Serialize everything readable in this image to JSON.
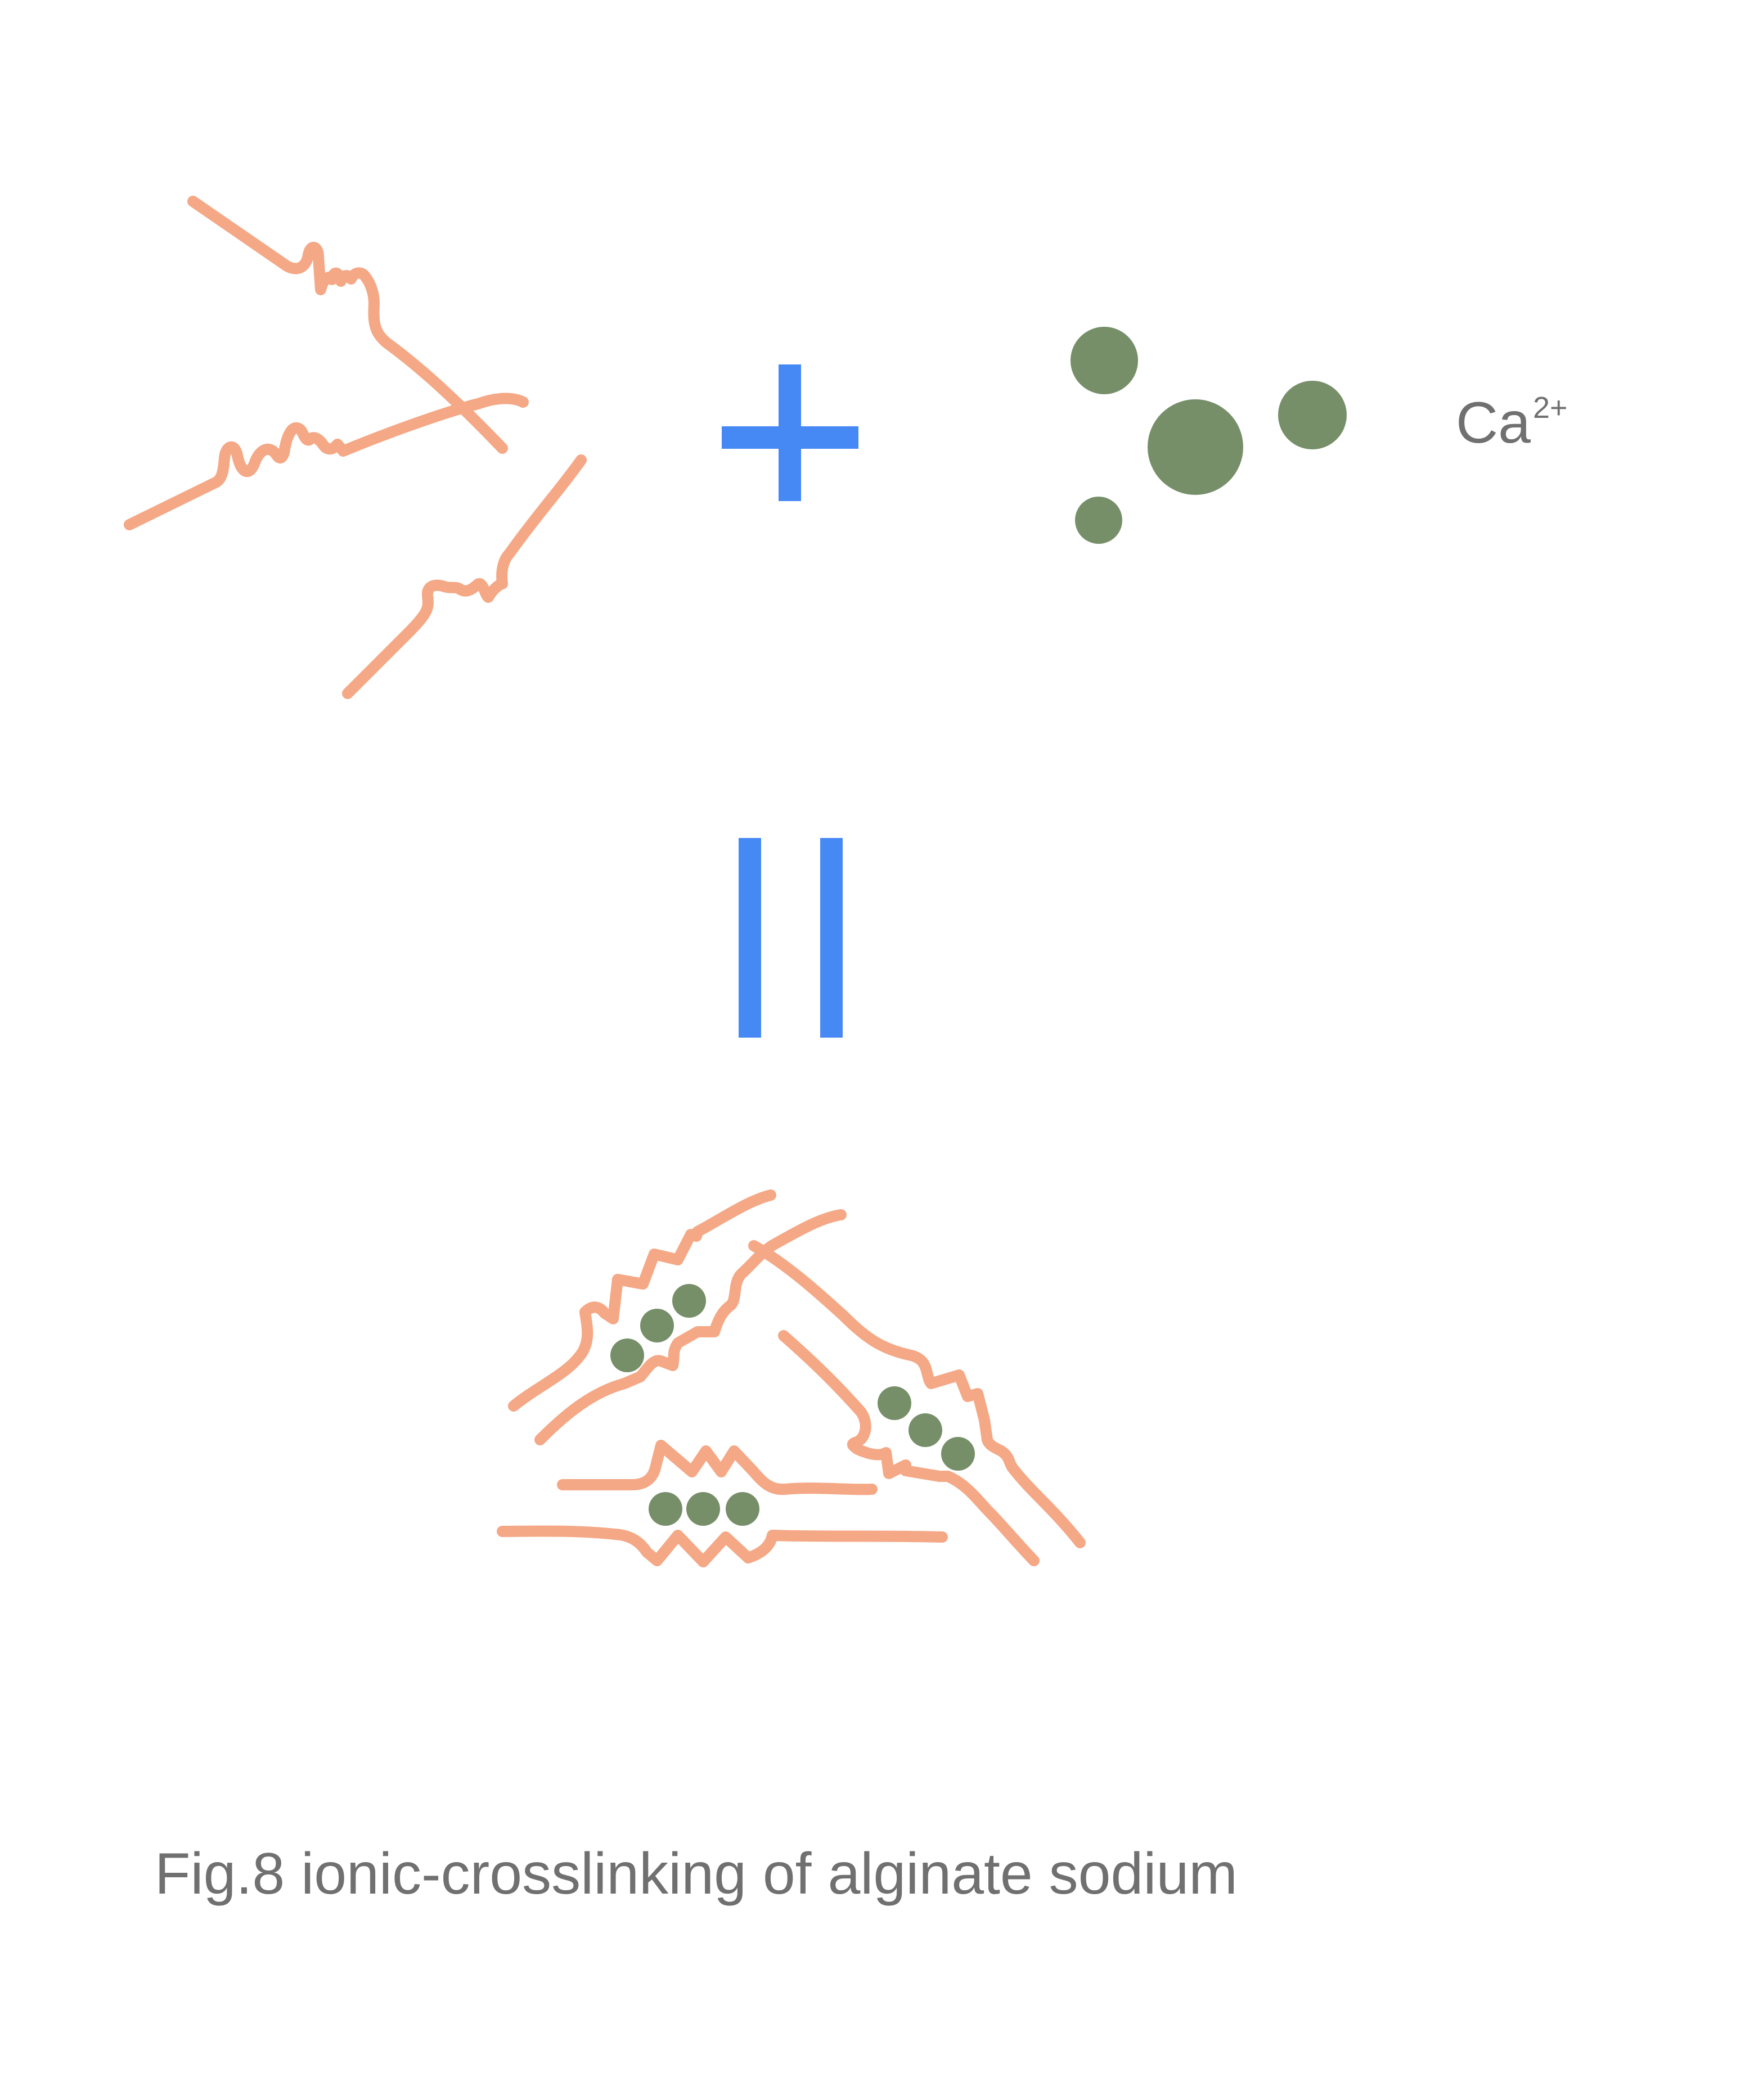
{
  "figure": {
    "caption": "Fig.8 ionic-crosslinking of alginate sodium",
    "ion_label": {
      "base": "Ca",
      "charge": "2+"
    },
    "operators": {
      "plus": "plus-sign",
      "equals": "equals-sign"
    },
    "colors": {
      "alginate_chain": "#f4a886",
      "calcium_ion": "#768f69",
      "operator": "#4689f5",
      "text": "#707070"
    }
  }
}
